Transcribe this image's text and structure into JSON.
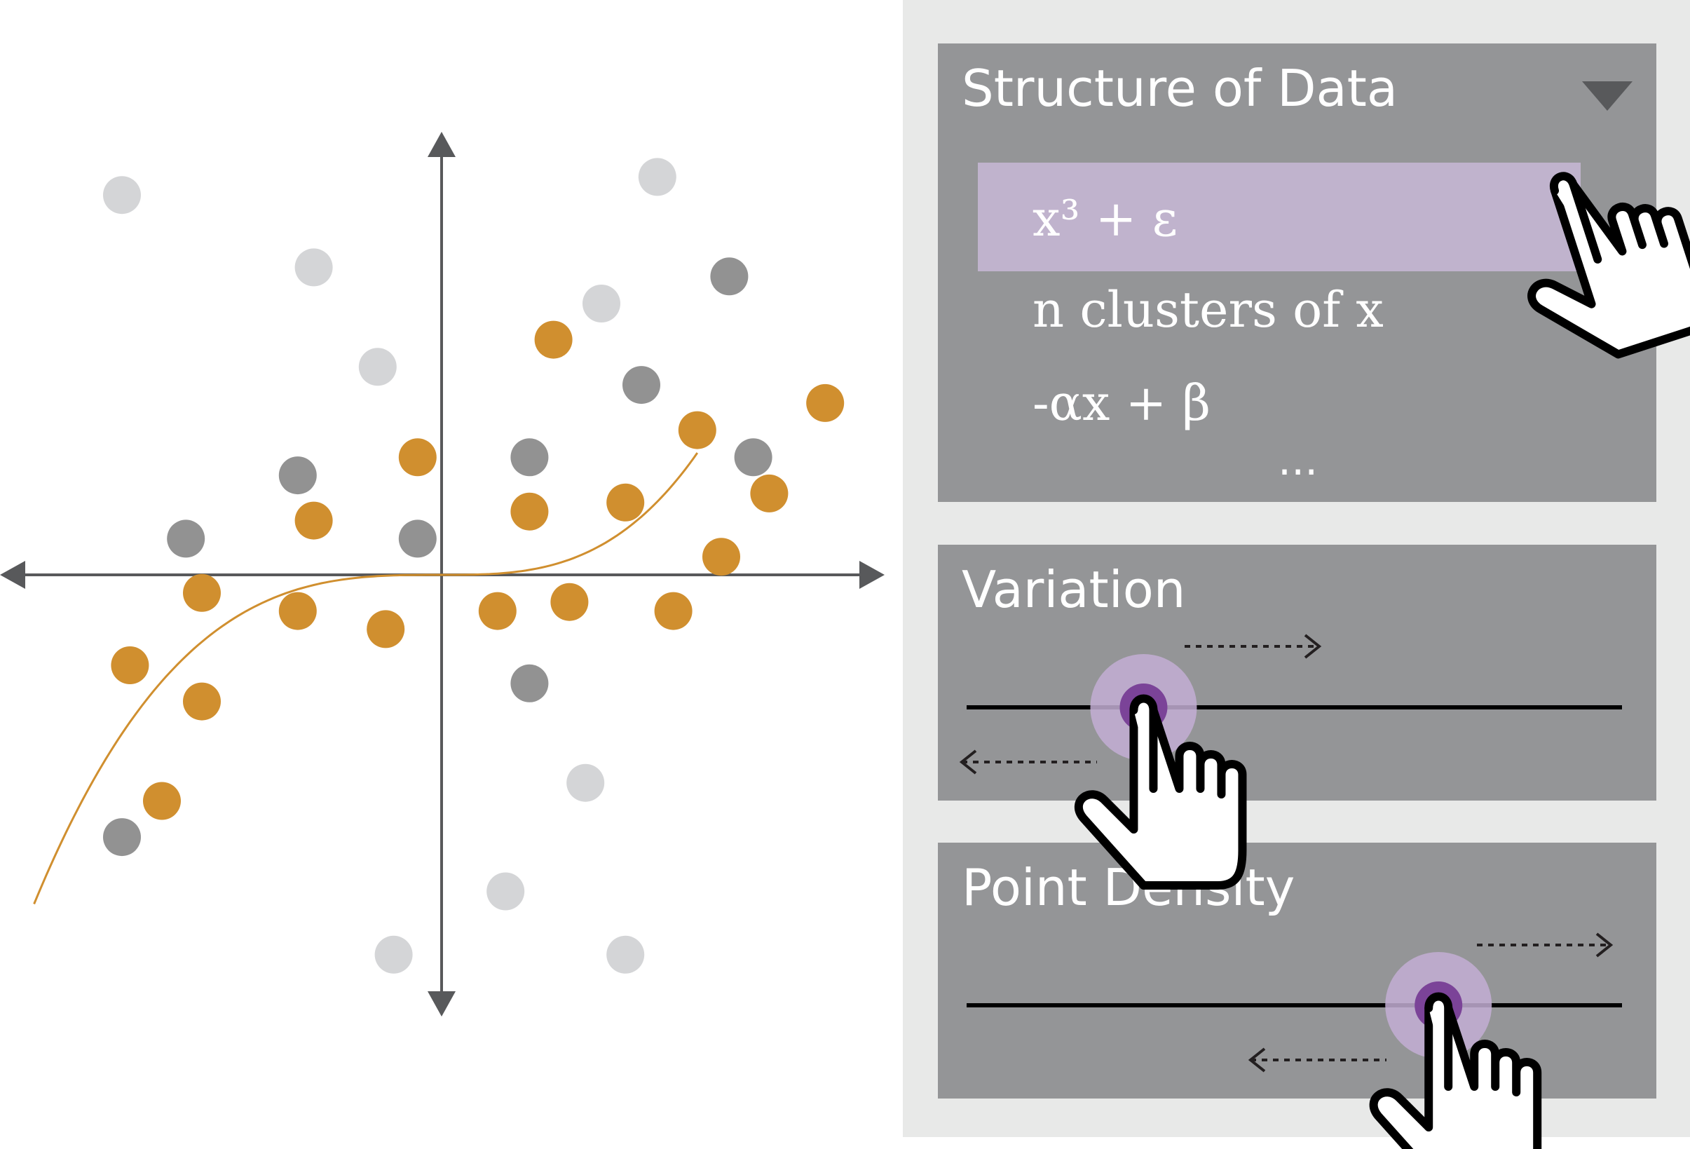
{
  "colors": {
    "axis": "#58595b",
    "curve": "#d08f2f",
    "point_orange": "#d08f2f",
    "point_dark": "#929292",
    "point_light": "#d4d5d7",
    "panel_bg": "#e8e9e8",
    "card_bg": "#949597",
    "selection": "#c0b3cd",
    "slider_knob": "#7b4398",
    "slider_halo": "#c3aed3"
  },
  "chart_data": {
    "type": "scatter",
    "title": "",
    "xlabel": "",
    "ylabel": "",
    "xlim": [
      -5,
      5
    ],
    "ylim": [
      -5,
      5
    ],
    "curve": {
      "name": "",
      "expression": "x^3",
      "x": [
        -4.5,
        -3.0,
        -2.0,
        -1.0,
        0.0,
        1.0,
        2.0,
        3.0,
        4.5
      ],
      "y": [
        -2.5,
        -0.75,
        -0.22,
        -0.03,
        0.0,
        0.03,
        0.22,
        0.75,
        2.5
      ]
    },
    "series": [
      {
        "name": "",
        "color_key": "point_orange",
        "x": [
          -3.9,
          -3.0,
          -3.5,
          -3.0,
          -1.8,
          -0.7,
          -1.6,
          -0.3,
          0.7,
          1.1,
          1.6,
          2.9,
          3.5,
          3.2,
          4.8,
          4.1,
          2.3,
          1.4
        ],
        "y": [
          -1.0,
          -0.2,
          -2.5,
          -1.4,
          -0.4,
          -0.6,
          0.6,
          1.3,
          -0.4,
          0.7,
          -0.3,
          -0.4,
          0.2,
          1.6,
          1.9,
          0.9,
          0.8,
          2.6
        ]
      },
      {
        "name": "",
        "color_key": "point_dark",
        "x": [
          -3.2,
          -1.8,
          -0.3,
          1.1,
          1.1,
          2.5,
          3.6,
          3.9,
          -4.0
        ],
        "y": [
          0.4,
          1.1,
          0.4,
          1.3,
          -1.2,
          2.1,
          3.3,
          1.3,
          -2.9
        ]
      },
      {
        "name": "",
        "color_key": "point_light",
        "x": [
          -4.0,
          -1.6,
          -0.8,
          2.0,
          2.7,
          1.8,
          0.8,
          -0.6,
          2.3
        ],
        "y": [
          4.2,
          3.4,
          2.3,
          3.0,
          4.4,
          -2.3,
          -3.5,
          -4.2,
          -4.2
        ]
      }
    ]
  },
  "panels": {
    "structure": {
      "title": "Structure of Data",
      "options": [
        {
          "label": "x³ + ε",
          "selected": true
        },
        {
          "label": "n clusters of x",
          "selected": false
        },
        {
          "label": "-αx + β",
          "selected": false
        }
      ],
      "more": "..."
    },
    "variation": {
      "title": "Variation",
      "value": 0.27
    },
    "density": {
      "title": "Point Density",
      "value": 0.72
    }
  },
  "icons": {
    "dropdown": "triangle-down-icon",
    "pointer": "hand-pointer-icon",
    "drag_right": "dotted-arrow-right-icon",
    "drag_left": "dotted-arrow-left-icon"
  }
}
